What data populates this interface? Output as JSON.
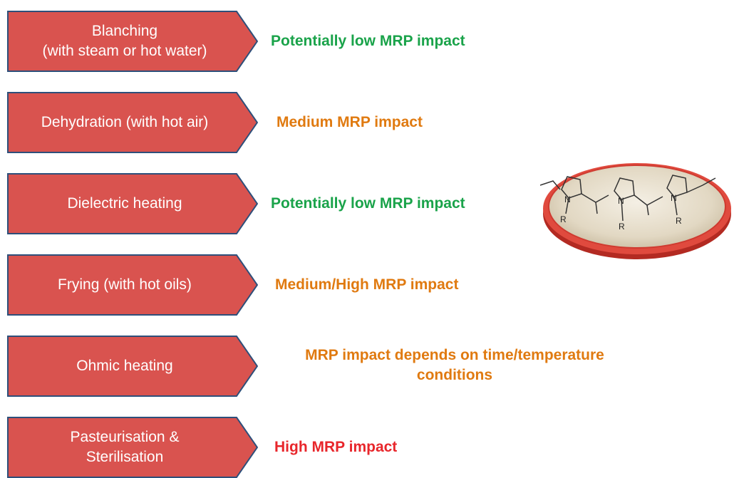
{
  "colors": {
    "arrow_fill": "#d9534f",
    "arrow_border": "#2e4f7a",
    "low": "#1aa34a",
    "medium": "#e07a10",
    "high": "#e8262b"
  },
  "processes": [
    {
      "label": "Blanching\n(with steam or hot water)",
      "impact": "Potentially low MRP impact",
      "level": "low"
    },
    {
      "label": "Dehydration (with hot air)",
      "impact": "Medium MRP impact",
      "level": "medium"
    },
    {
      "label": "Dielectric heating",
      "impact": "Potentially low MRP impact",
      "level": "low"
    },
    {
      "label": "Frying (with hot oils)",
      "impact": "Medium/High MRP impact",
      "level": "medium"
    },
    {
      "label": "Ohmic heating",
      "impact": "MRP impact depends on time/temperature\nconditions",
      "level": "medium"
    },
    {
      "label": "Pasteurisation &\nSterilisation",
      "impact": "High MRP impact",
      "level": "high"
    }
  ],
  "molecule": {
    "icon": "melanoidin-structure-dish-icon",
    "atom_labels": [
      "N",
      "N",
      "N",
      "R",
      "R",
      "R"
    ]
  }
}
